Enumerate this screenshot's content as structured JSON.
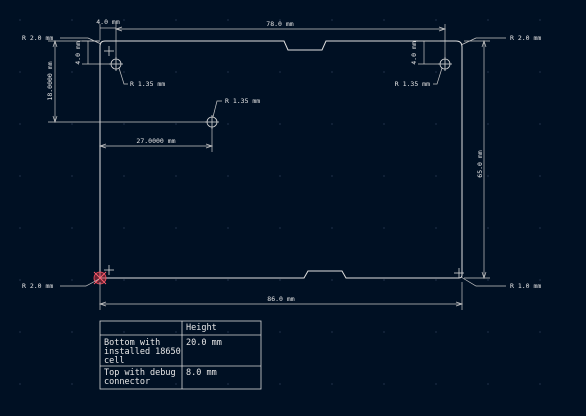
{
  "dimensions": {
    "width_top": "78.0 mm",
    "width_bottom": "86.0 mm",
    "hole_offset_x": "4.0 mm",
    "hole_offset_y_left": "4.0 mm",
    "hole_offset_y_right": "4.0 mm",
    "center_hole_y": "18.0000 mm",
    "center_hole_x": "27.0000 mm",
    "height": "65.0 mm"
  },
  "radii": {
    "corner_top_left": "R 2.0 mm",
    "corner_top_right": "R 2.0 mm",
    "corner_bottom_left": "R 2.0 mm",
    "corner_bottom_right": "R 1.0 mm",
    "hole_left": "R 1.35 mm",
    "hole_right": "R 1.35 mm",
    "hole_center": "R 1.35 mm"
  },
  "table": {
    "header": "Height",
    "rows": [
      {
        "label": "Bottom with\ninstalled 18650\ncell",
        "value": "20.0 mm"
      },
      {
        "label": "Top with debug\nconnector",
        "value": "8.0 mm"
      }
    ]
  },
  "colors": {
    "background": "#001023",
    "lines": "#d8d8d8",
    "origin_marker": "#e04050"
  }
}
